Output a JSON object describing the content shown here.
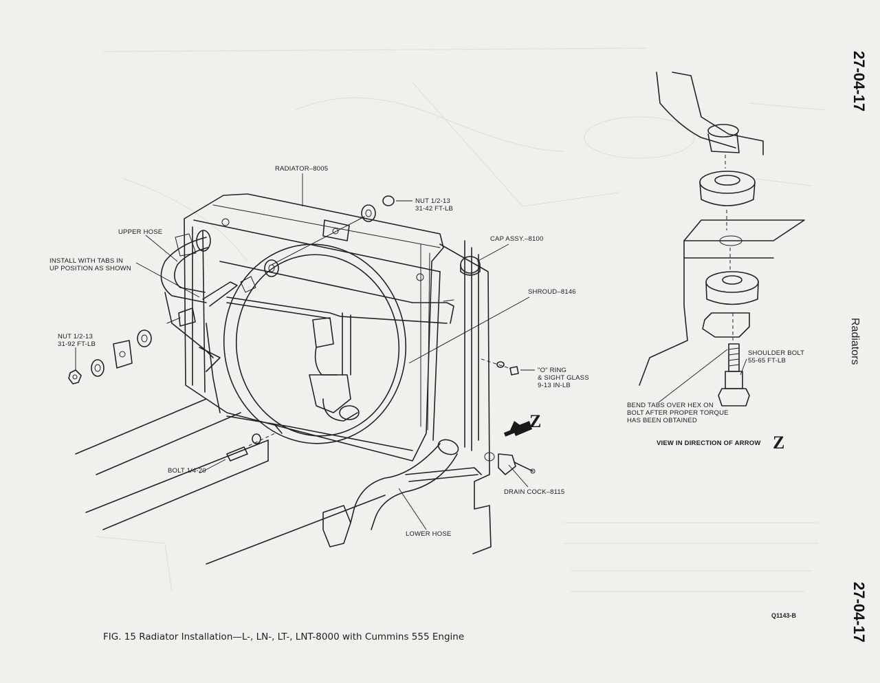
{
  "page": {
    "section_number_top": "27-04-17",
    "section_number_bottom": "27-04-17",
    "section_title": "Radiators"
  },
  "figure": {
    "caption": "FIG. 15 Radiator Installation—L-, LN-, LT-, LNT-8000 with Cummins 555 Engine",
    "id": "Q1143-B",
    "view_label": "VIEW IN DIRECTION OF ARROW",
    "view_letter": "Z",
    "arrow_letter": "Z"
  },
  "callouts": {
    "radiator": "RADIATOR–8005",
    "nut_top": "NUT 1/2-13\n31-42 FT-LB",
    "upper_hose": "UPPER HOSE",
    "install_tabs": "INSTALL WITH TABS IN\nUP POSITION AS SHOWN",
    "cap_assy": "CAP ASSY.–8100",
    "shroud": "SHROUD–8146",
    "nut_left": "NUT 1/2-13\n31-92 FT-LB",
    "o_ring": "\"O\" RING\n& SIGHT GLASS\n9-13 IN-LB",
    "bolt": "BOLT 1/4-20",
    "drain_cock": "DRAIN COCK–8115",
    "lower_hose": "LOWER HOSE",
    "shoulder_bolt": "SHOULDER BOLT\n55-65 FT-LB",
    "bend_tabs": "BEND TABS OVER HEX ON\nBOLT AFTER PROPER TORQUE\nHAS BEEN OBTAINED"
  }
}
